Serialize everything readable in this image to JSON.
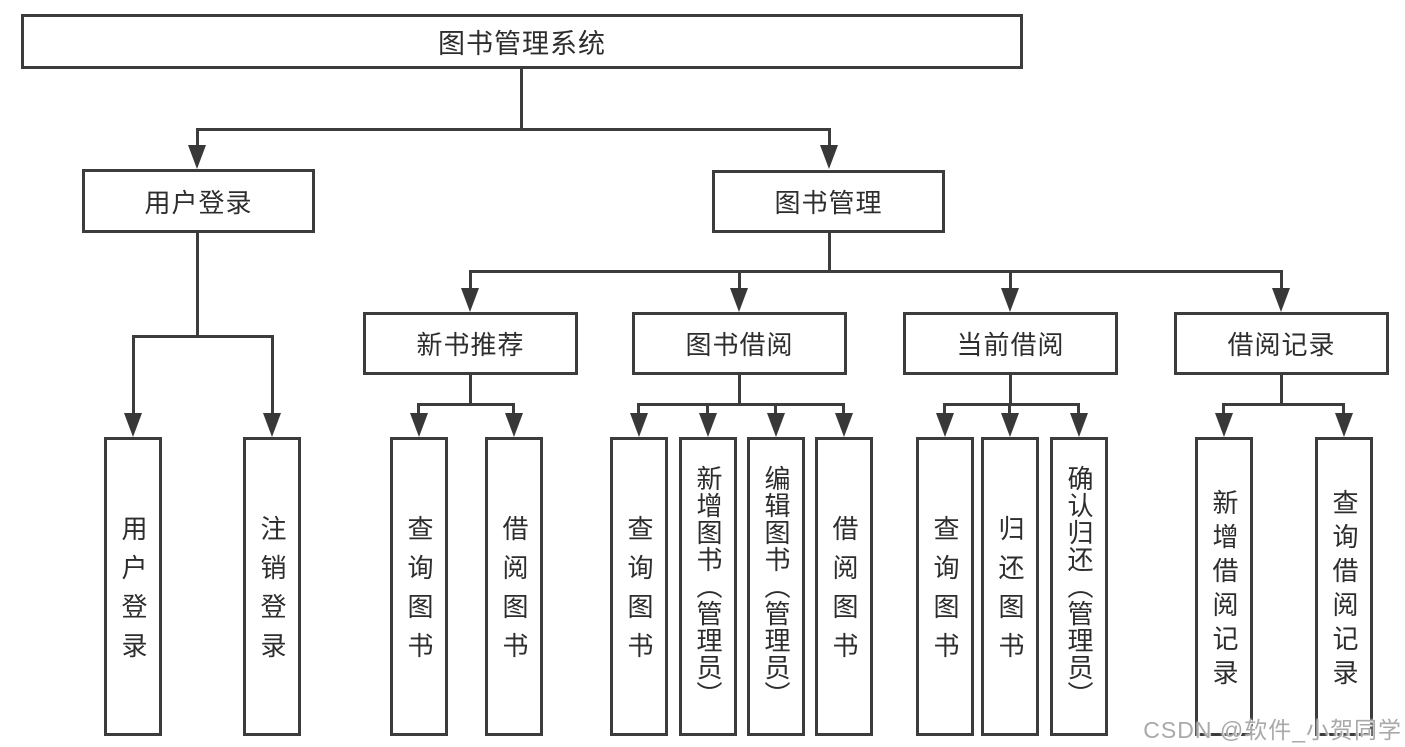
{
  "tree": {
    "root": "图书管理系统",
    "branches": [
      {
        "label": "用户登录",
        "children": [
          "用户登录",
          "注销登录"
        ]
      },
      {
        "label": "图书管理",
        "groups": [
          {
            "label": "新书推荐",
            "children": [
              "查询图书",
              "借阅图书"
            ]
          },
          {
            "label": "图书借阅",
            "children": [
              "查询图书",
              "新增图书（管理员）",
              "编辑图书（管理员）",
              "借阅图书"
            ]
          },
          {
            "label": "当前借阅",
            "children": [
              "查询图书",
              "归还图书",
              "确认归还（管理员）"
            ]
          },
          {
            "label": "借阅记录",
            "children": [
              "新增借阅记录",
              "查询借阅记录"
            ]
          }
        ]
      }
    ]
  },
  "watermark": "CSDN @软件_小贺同学",
  "colors": {
    "line": "#3c3c3c",
    "text": "#2d2d2d",
    "box_bg": "#ffffff",
    "watermark": "#a9a9a9"
  }
}
